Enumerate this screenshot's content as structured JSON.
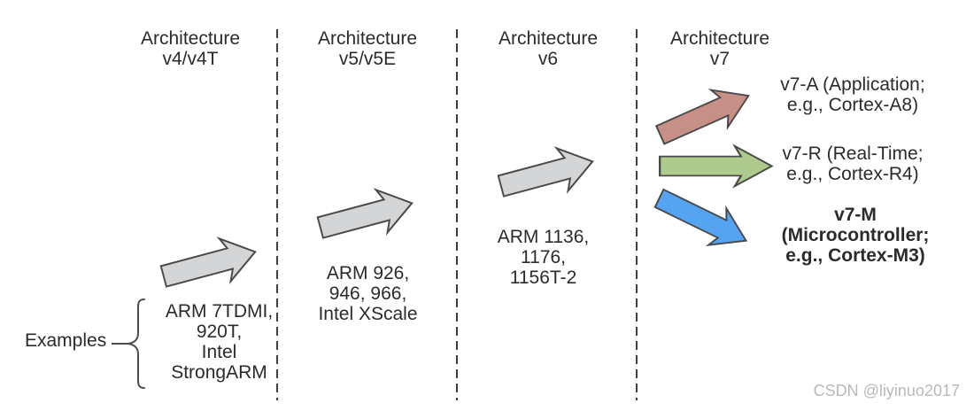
{
  "figure": {
    "columns": [
      {
        "header": "Architecture\nv4/v4T",
        "examples": "ARM 7TDMI,\n920T,\nIntel\nStrongARM"
      },
      {
        "header": "Architecture\nv5/v5E",
        "examples": "ARM 926,\n946, 966,\nIntel XScale"
      },
      {
        "header": "Architecture\nv6",
        "examples": "ARM 1136,\n1176,\n1156T-2"
      },
      {
        "header": "Architecture\nv7"
      }
    ],
    "examples_label": "Examples",
    "v7_branches": [
      {
        "label": "v7-A (Application;\ne.g., Cortex-A8)",
        "arrow_color": "#c79086"
      },
      {
        "label": "v7-R (Real-Time;\ne.g., Cortex-R4)",
        "arrow_color": "#aeca8c"
      },
      {
        "label": "v7-M\n(Microcontroller;\ne.g., Cortex-M3)",
        "arrow_color": "#55a4f2"
      }
    ],
    "arrow_style": {
      "gray_fill": "#d3d5d7",
      "stroke": "#4a4a4a"
    },
    "watermark": "CSDN @liyinuo2017"
  }
}
